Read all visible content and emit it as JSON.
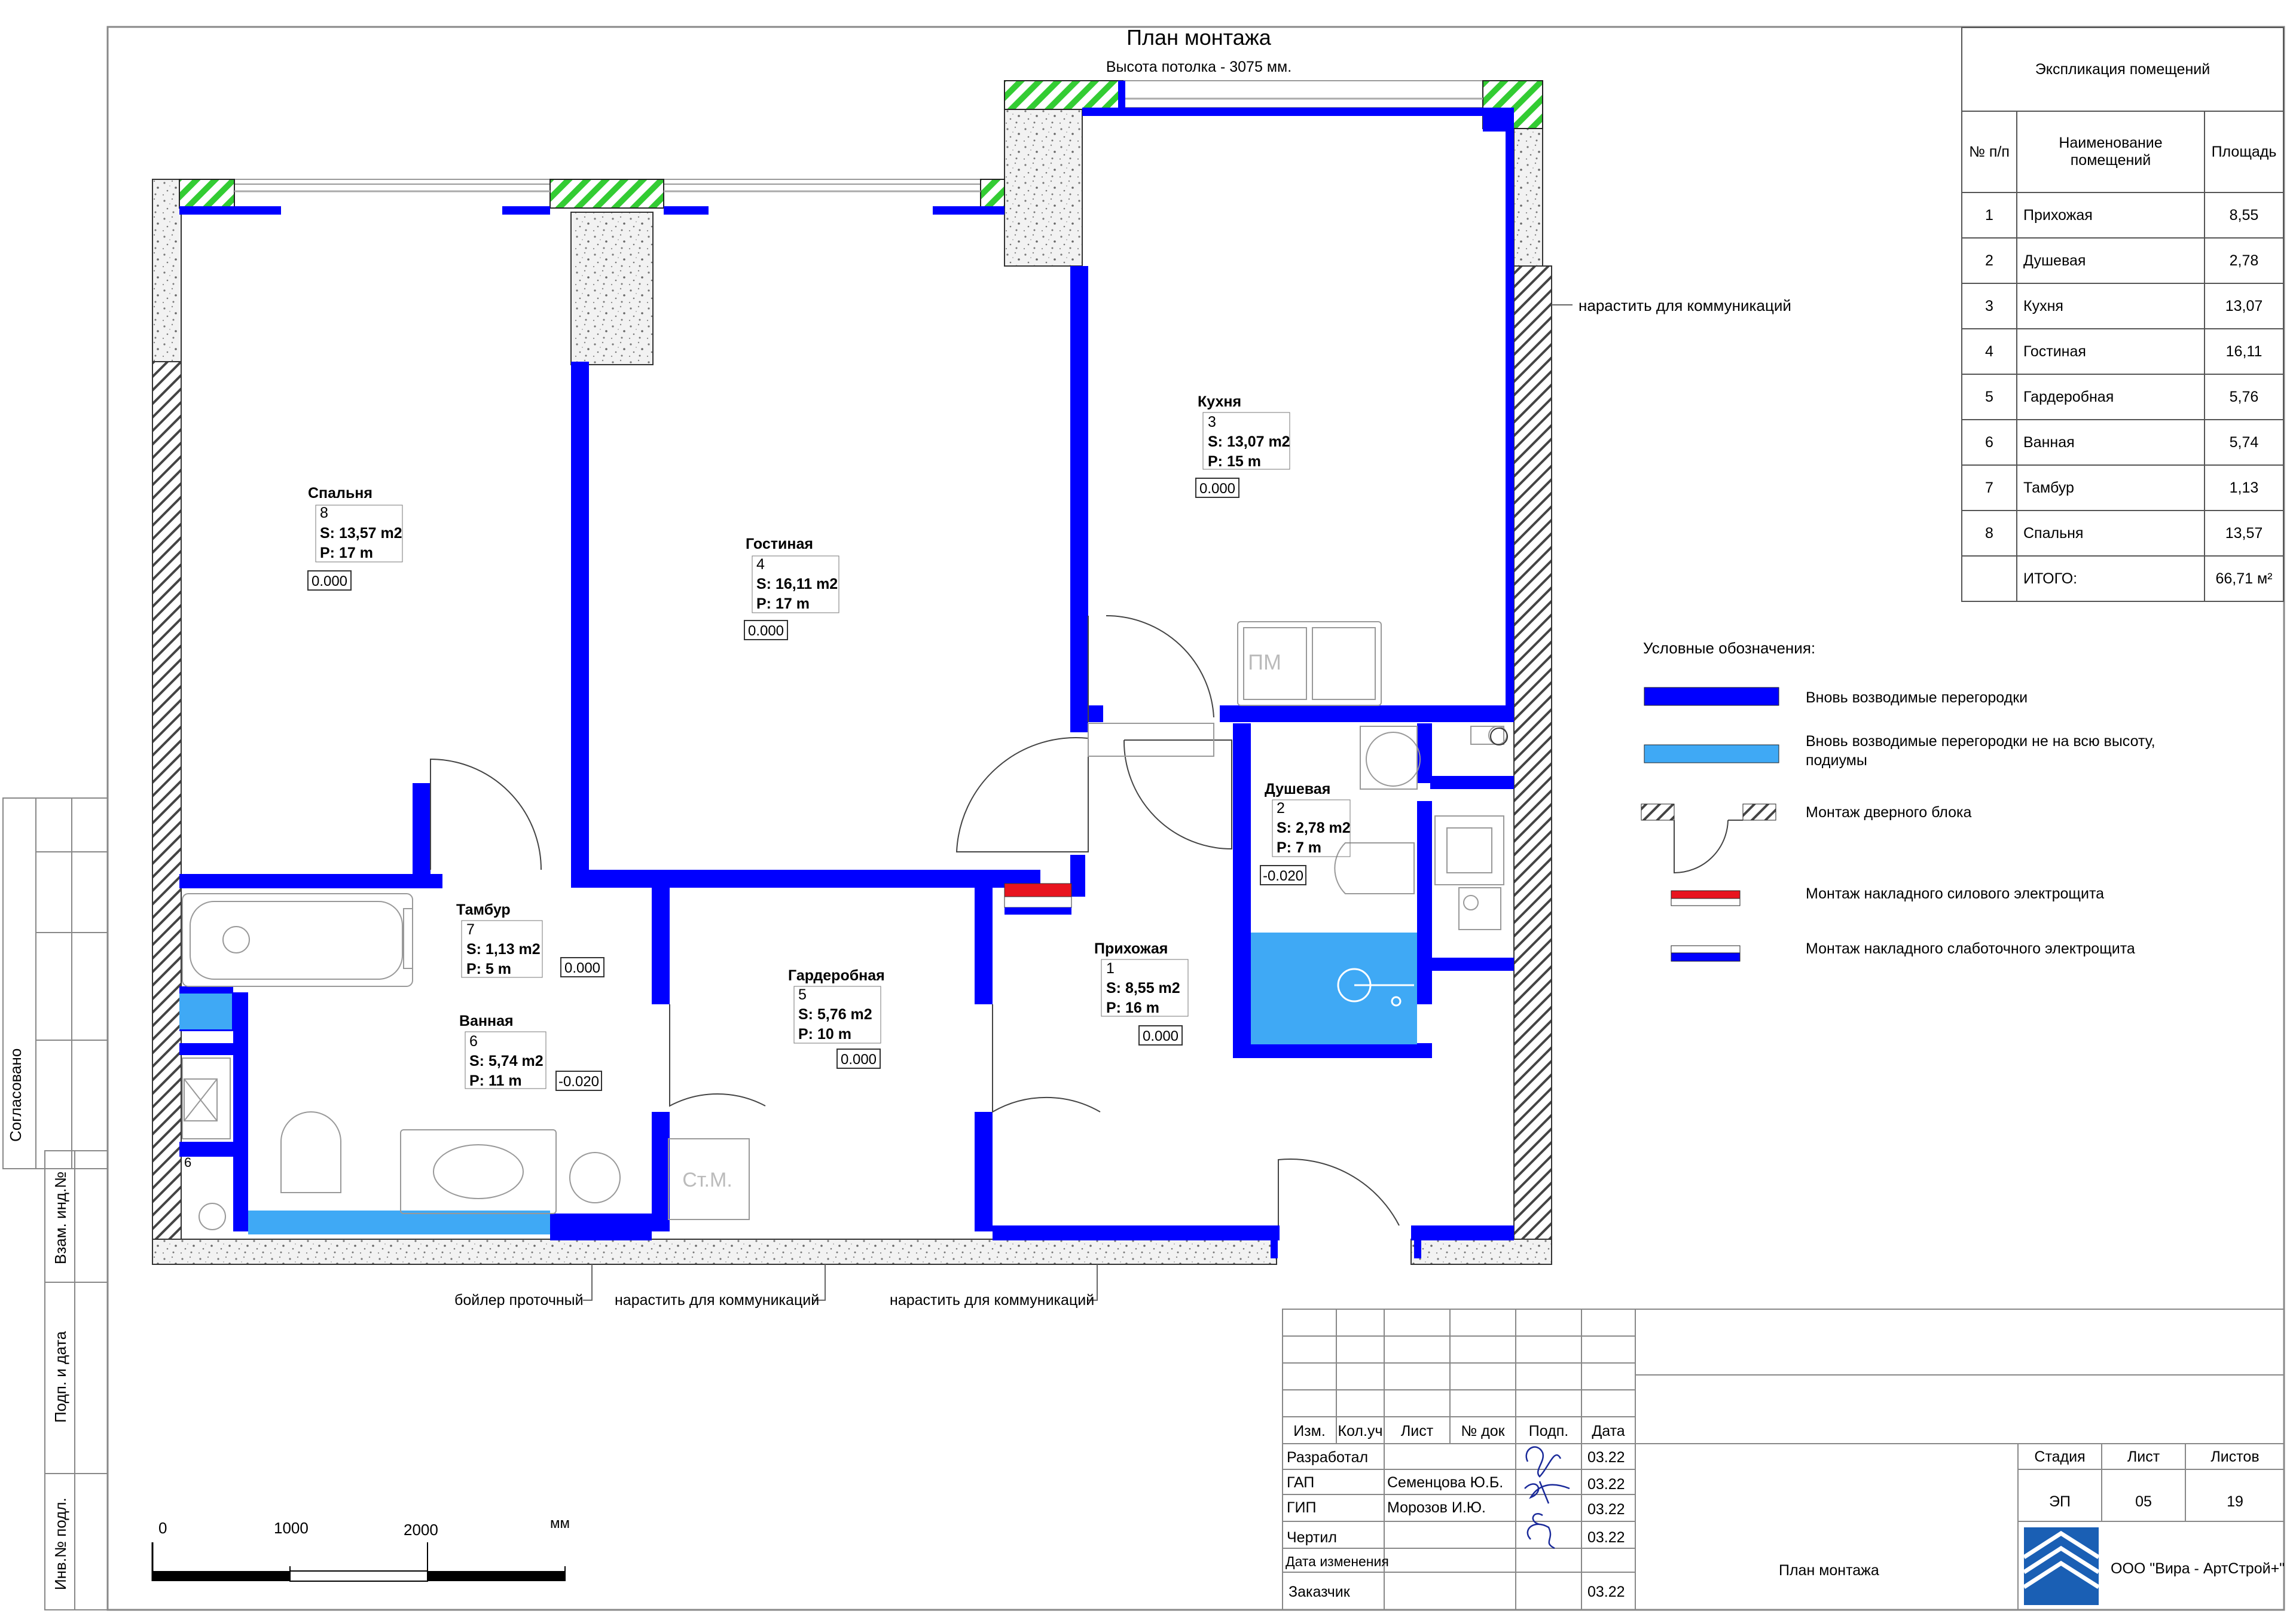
{
  "title": "План монтажа",
  "subtitle": "Высота потолка - 3075 мм.",
  "explication": {
    "title": "Экспликация помещений",
    "headers": [
      "№ п/п",
      "Наименование помещений",
      "Площадь"
    ],
    "rows": [
      {
        "n": "1",
        "name": "Прихожая",
        "area": "8,55"
      },
      {
        "n": "2",
        "name": "Душевая",
        "area": "2,78"
      },
      {
        "n": "3",
        "name": "Кухня",
        "area": "13,07"
      },
      {
        "n": "4",
        "name": "Гостиная",
        "area": "16,11"
      },
      {
        "n": "5",
        "name": "Гардеробная",
        "area": "5,76"
      },
      {
        "n": "6",
        "name": "Ванная",
        "area": "5,74"
      },
      {
        "n": "7",
        "name": "Тамбур",
        "area": "1,13"
      },
      {
        "n": "8",
        "name": "Спальня",
        "area": "13,57"
      }
    ],
    "total_label": "ИТОГО:",
    "total_value": "66,71 м²"
  },
  "rooms": [
    {
      "name": "Спальня",
      "num": "8",
      "s": "S: 13,57 m2",
      "p": "P: 17 m",
      "level": "0.000"
    },
    {
      "name": "Гостиная",
      "num": "4",
      "s": "S: 16,11 m2",
      "p": "P: 17 m",
      "level": "0.000"
    },
    {
      "name": "Кухня",
      "num": "3",
      "s": "S: 13,07 m2",
      "p": "P: 15 m",
      "level": "0.000"
    },
    {
      "name": "Душевая",
      "num": "2",
      "s": "S: 2,78 m2",
      "p": "P: 7 m",
      "level": "-0.020"
    },
    {
      "name": "Тамбур",
      "num": "7",
      "s": "S: 1,13 m2",
      "p": "P: 5 m",
      "level": "0.000"
    },
    {
      "name": "Гардеробная",
      "num": "5",
      "s": "S: 5,76 m2",
      "p": "P: 10 m",
      "level": "0.000"
    },
    {
      "name": "Прихожая",
      "num": "1",
      "s": "S: 8,55 m2",
      "p": "P: 16 m",
      "level": "0.000"
    },
    {
      "name": "Ванная",
      "num": "6",
      "s": "S: 5,74 m2",
      "p": "P: 11 m",
      "level": "-0.020"
    }
  ],
  "fixtures": {
    "pm": "ПМ",
    "stm": "Ст.М.",
    "boiler_num": "6"
  },
  "notes": {
    "comm_right": "нарастить для коммуникаций",
    "boiler": "бойлер проточный",
    "comm_bottom_1": "нарастить для коммуникаций",
    "comm_bottom_2": "нарастить для коммуникаций"
  },
  "legend": {
    "title": "Условные обозначения:",
    "items": [
      {
        "label": "Вновь возводимые перегородки",
        "color": "#0000ff"
      },
      {
        "label_line1": "Вновь возводимые перегородки не на всю высоту,",
        "label_line2": "подиумы",
        "color": "#3fa9f5"
      },
      {
        "label": "Монтаж дверного блока"
      },
      {
        "label": "Монтаж накладного силового электрощита",
        "color": "#e8141f"
      },
      {
        "label": "Монтаж накладного слаботочного электрощита",
        "color": "#0000ff"
      }
    ]
  },
  "scale": {
    "ticks": [
      "0",
      "1000",
      "2000"
    ],
    "unit": "мм"
  },
  "side_stamp": [
    "Согласовано",
    "Взам. инд.№",
    "Подп. и дата",
    "Инв.№ подл."
  ],
  "title_block": {
    "col_headers": [
      "Изм.",
      "Кол.уч",
      "Лист",
      "№ док",
      "Подп.",
      "Дата"
    ],
    "rows": [
      {
        "role": "Разработал",
        "name": "",
        "date": "03.22"
      },
      {
        "role": "ГАП",
        "name": "Семенцова Ю.Б.",
        "date": "03.22"
      },
      {
        "role": "ГИП",
        "name": "Морозов И.Ю.",
        "date": "03.22"
      },
      {
        "role": "Чертил",
        "name": "",
        "date": "03.22"
      },
      {
        "role": "Дата изменения",
        "name": "",
        "date": ""
      },
      {
        "role": "Заказчик",
        "name": "",
        "date": "03.22"
      }
    ],
    "stage_headers": [
      "Стадия",
      "Лист",
      "Листов"
    ],
    "stage_values": [
      "ЭП",
      "05",
      "19"
    ],
    "sheet_title": "План монтажа",
    "company": "ООО \"Вира - АртСтрой+\""
  },
  "colors": {
    "partition": "#0000ff",
    "low_partition": "#3fa9f5",
    "window_hatch": "#33cc33",
    "power_panel": "#e8141f"
  }
}
